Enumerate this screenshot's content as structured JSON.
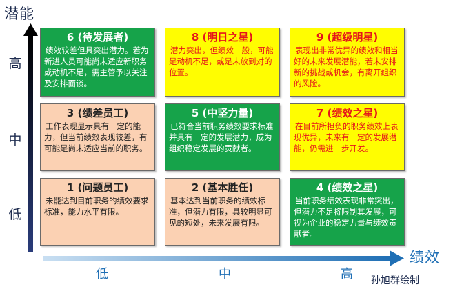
{
  "axes": {
    "y_title": "潜能",
    "x_title": "绩效",
    "y_ticks": [
      "高",
      "中",
      "低"
    ],
    "x_ticks": [
      "低",
      "中",
      "高"
    ]
  },
  "credit": "孙旭群绘制",
  "colors": {
    "green": "#16a34a",
    "yellow": "#fffd01",
    "peach": "#fbd1b3",
    "axis_dark": "#1f2d50",
    "axis_blue": "#1f6fb5"
  },
  "cells": {
    "c6": {
      "title": "6 (待发展者)",
      "desc": "绩效较差但具突出潜力。若为新进人员可能尚未适应新职务或动机不足，需主管予以关注及安排面谈。"
    },
    "c8": {
      "title": "8 (明日之星)",
      "desc": "潜力突出，但绩效一般，可能是动机不足，或是未放到对的位置。"
    },
    "c9": {
      "title": "9 (超级明星)",
      "desc": "表现出非常优异的绩效和相当好的未来发展潜能，若未安排新的挑战或机会，有离开组织的风险。"
    },
    "c3": {
      "title": "3 (绩差员工)",
      "desc": "工作表现显示具有一定的能力，但当前绩效表现较差，有可能是尚未适应当前的职务。"
    },
    "c5": {
      "title": "5 (中坚力量)",
      "desc": "已符合当前职务绩效要求标准并具有一定的发展潜力，成为组织稳定发展的贡献者。"
    },
    "c7": {
      "title": "7 (绩效之星)",
      "desc": "在目前所担负的职务绩效上表现优异，未来有一定的发展潜能，仍需进一步开发。"
    },
    "c1": {
      "title": "1 (问题员工)",
      "desc": "未能达到目前职务的绩效要求标准，能力水平有限。"
    },
    "c2": {
      "title": "2 (基本胜任)",
      "desc": "基本达到当前职务的绩效标准，但潜力有限，具较明显可见的短处，未来发展有限。"
    },
    "c4": {
      "title": "4 (绩效之星)",
      "desc": "当前职务绩效表现非常突出，但潜力不足将限制其发展，可视为企业的稳定力量与绩效贡献者。"
    }
  }
}
